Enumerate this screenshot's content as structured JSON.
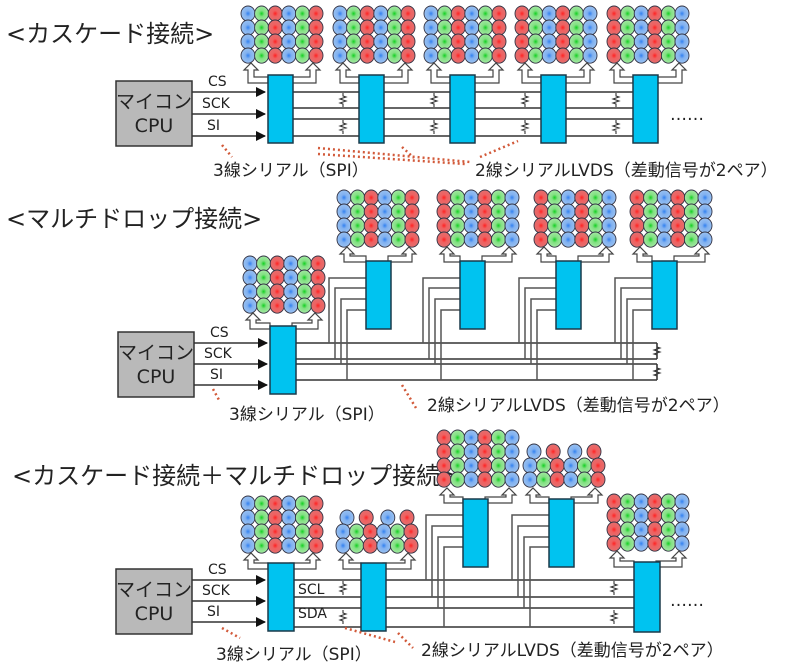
{
  "colors": {
    "driver_chip": "#00c3f0",
    "cpu_box": "#b9b9b9",
    "annotation_dots": "#d25a3a",
    "led_red": "#e8333a",
    "led_green": "#33cc44",
    "led_blue": "#4a9ae8"
  },
  "sections": [
    {
      "id": "cascade",
      "title": "<カスケード接続>",
      "cpu_label_1": "マイコン",
      "cpu_label_2": "CPU",
      "signals": [
        "CS",
        "SCK",
        "SI"
      ],
      "spi_note": "3線シリアル（SPI）",
      "lvds_note": "2線シリアルLVDS（差動信号が2ペア）",
      "ellipsis": "……"
    },
    {
      "id": "multidrop",
      "title": "<マルチドロップ接続>",
      "cpu_label_1": "マイコン",
      "cpu_label_2": "CPU",
      "signals": [
        "CS",
        "SCK",
        "SI"
      ],
      "spi_note": "3線シリアル（SPI）",
      "lvds_note": "2線シリアルLVDS（差動信号が2ペア）"
    },
    {
      "id": "cascade-multidrop",
      "title": "<カスケード接続＋マルチドロップ接続>",
      "cpu_label_1": "マイコン",
      "cpu_label_2": "CPU",
      "signals": [
        "CS",
        "SCK",
        "SI"
      ],
      "bus_signals": [
        "SCL",
        "SDA"
      ],
      "spi_note": "3線シリアル（SPI）",
      "lvds_note": "2線シリアルLVDS（差動信号が2ペア）",
      "ellipsis": "……"
    }
  ],
  "led_patterns": {
    "bgr": [
      "b",
      "g",
      "r",
      "b",
      "g",
      "r"
    ],
    "rgb": [
      "r",
      "g",
      "b",
      "r",
      "g",
      "b"
    ]
  }
}
